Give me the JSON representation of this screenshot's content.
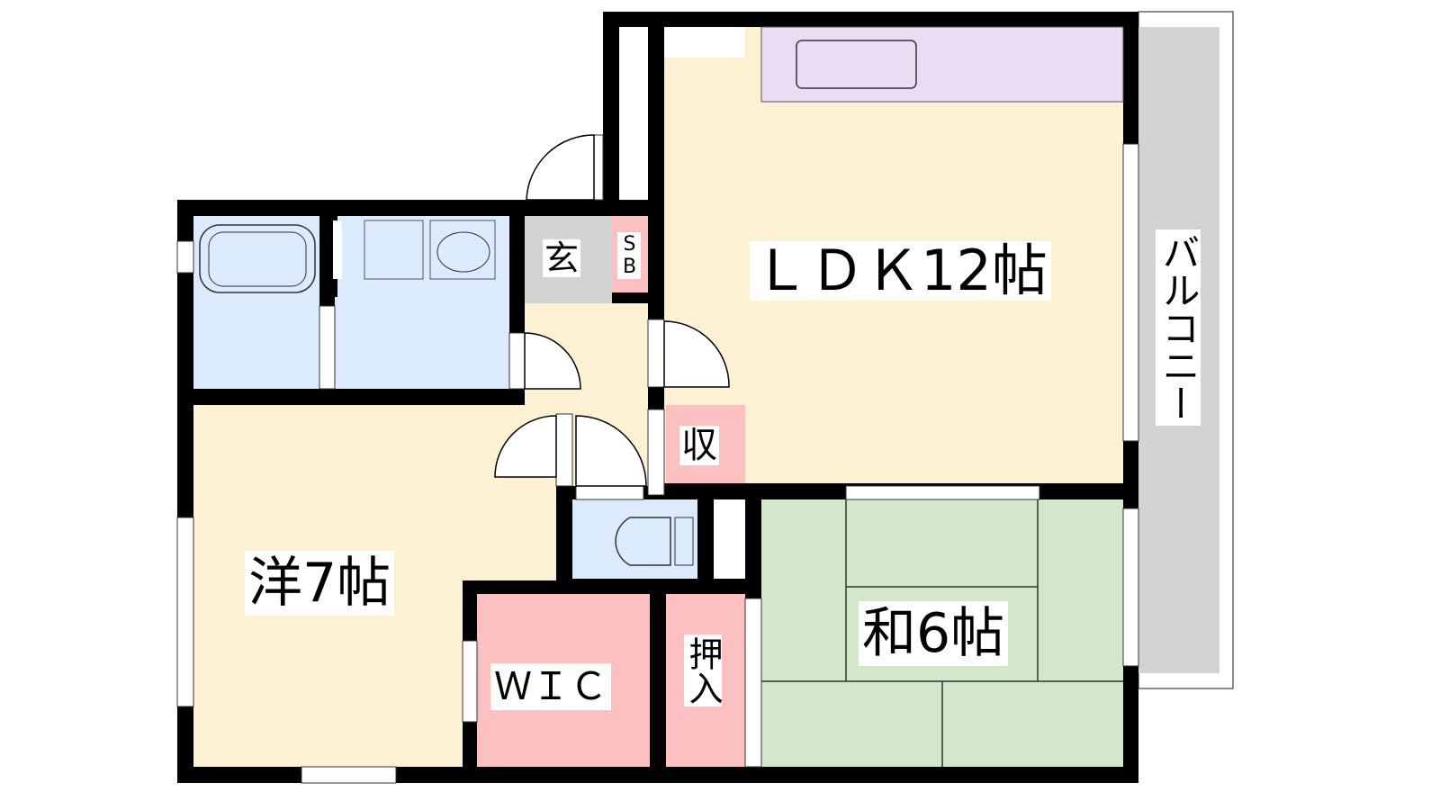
{
  "floorplan": {
    "rooms": {
      "ldk": "ＬＤＫ12帖",
      "western": "洋7帖",
      "japanese": "和6帖",
      "wic": "ＷＩＣ",
      "entrance": "玄",
      "shoe_box": "SB",
      "storage": "収",
      "closet": "押入",
      "balcony": "バルコニー"
    },
    "colors": {
      "living": "#fdf1d3",
      "wet": "#dbeafc",
      "storage": "#fdc0c0",
      "tatami": "#d3e8cb",
      "kitchen": "#e9dcf3",
      "entrance": "#d3d3d3",
      "balcony": "#d3d3d3",
      "wall": "#000000"
    }
  }
}
